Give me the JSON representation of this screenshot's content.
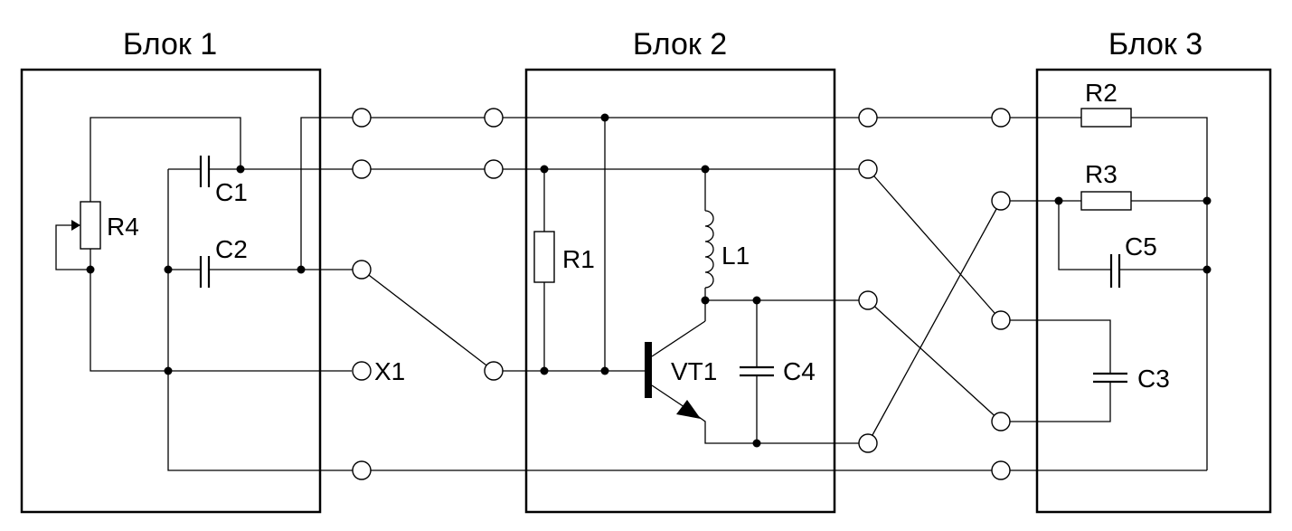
{
  "blocks": {
    "b1": "Блок 1",
    "b2": "Блок 2",
    "b3": "Блок 3"
  },
  "components": {
    "r1": "R1",
    "r2": "R2",
    "r3": "R3",
    "r4": "R4",
    "c1": "C1",
    "c2": "C2",
    "c3": "C3",
    "c4": "C4",
    "c5": "C5",
    "l1": "L1",
    "vt1": "VT1",
    "x1": "X1"
  }
}
